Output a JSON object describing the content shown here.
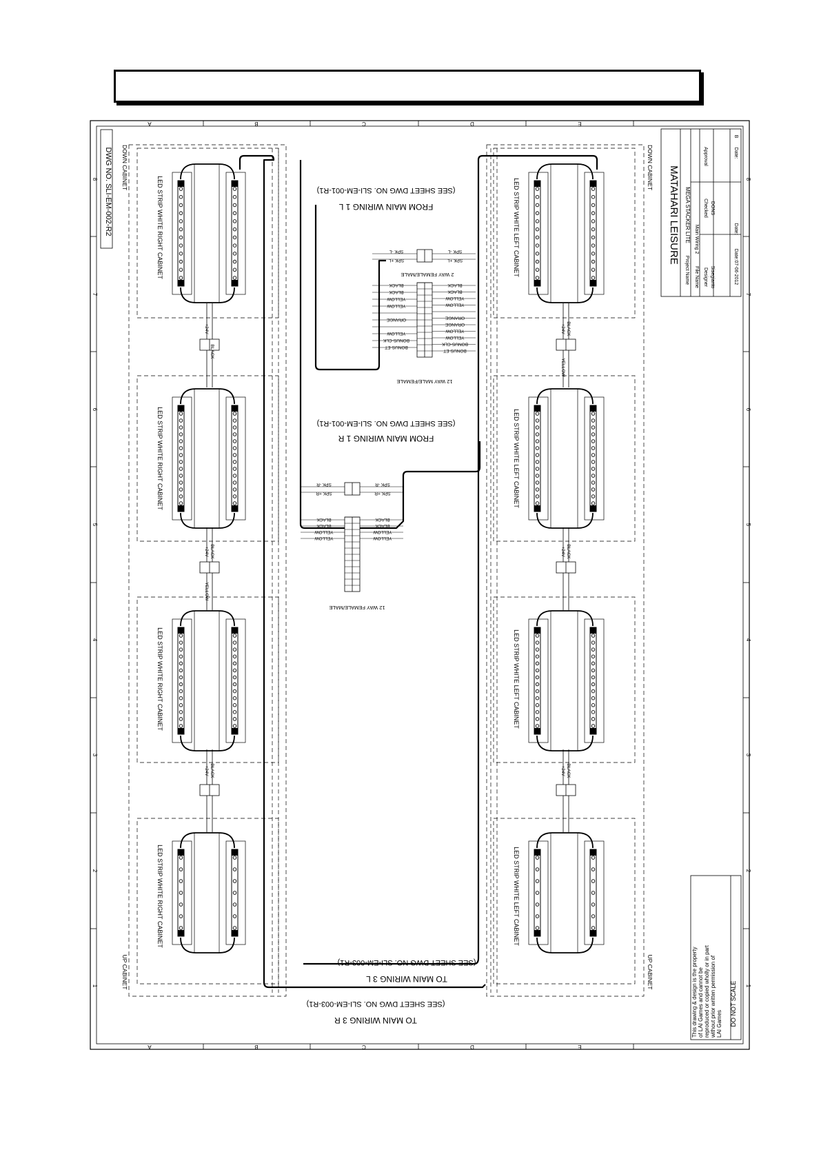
{
  "header": {
    "title": ""
  },
  "sheet": {
    "zone_letters": [
      "A",
      "B",
      "C",
      "D",
      "E"
    ],
    "zone_numbers": [
      "1",
      "2",
      "3",
      "4",
      "5",
      "6",
      "7",
      "8"
    ],
    "dwg_no": "DWG NO. SLI-EM-002-R2",
    "down_cabinet": "DOWN CABINET",
    "up_cabinet": "UP CABINET"
  },
  "title_block": {
    "company": "MATAHARI LEISURE",
    "project_name_label": "Project Name",
    "project_name": "MEGA STACKER LITE",
    "file_name_label": "File Name",
    "file_name": "Main Wiring 2",
    "designer_label": "Designer",
    "designer": "Sisegianto",
    "checked_label": "Checked",
    "checked": "DONS",
    "approval_label": "Approval",
    "date_left": "Date:07-06-2012",
    "date_label": "Date:",
    "date_right": "Date:",
    "sheet_size": "B"
  },
  "notice": {
    "line1": "This drawing & design is the property",
    "line2": "of LAI Games and cannot be",
    "line3": "reproduced or copied wholly or in part",
    "line4": "without prior written permission of",
    "line5": "LAI Games",
    "scale": "DO NOT SCALE"
  },
  "strips_right": [
    "LED STRIP WHITE RIGHT CABINET",
    "LED STRIP WHITE RIGHT CABINET",
    "LED STRIP WHITE RIGHT CABINET",
    "LED STRIP WHITE RIGHT CABINET"
  ],
  "strips_left": [
    "LED STRIP WHITE LEFT CABINET",
    "LED STRIP WHITE LEFT CABINET",
    "LED STRIP WHITE LEFT CABINET",
    "LED STRIP WHITE LEFT CABINET"
  ],
  "wire_labels": {
    "v24": "+24V",
    "black": "BLACK",
    "yellow": "YELLOW"
  },
  "references": {
    "from_main_1l": "FROM MAIN WIRING 1 L",
    "see_001_a": "(SEE SHEET DWG NO. SLI-EM-001-R1)",
    "from_main_1r": "FROM MAIN WIRING 1 R",
    "see_001_b": "(SEE SHEET DWG NO. SLI-EM-001-R1)",
    "to_main_3l": "TO MAIN WIRING 3 L",
    "see_003_a": "(SEE SHEET DWG NO. SLI-EM-003-R1)",
    "to_main_3r": "TO MAIN WIRING 3 R",
    "see_003_b": "(SEE SHEET DWG NO. SLI-EM-003-R1)"
  },
  "connectors": {
    "two_way": "2 WAY FEMALE/MALE",
    "twelve_way_top": "12 WAY MALE/FEMALE",
    "twelve_way_bottom": "12 WAY FEMALE/MALE",
    "spk_l_minus": "SPK -L",
    "spk_l_plus": "SPK +L",
    "spk_r_minus": "SPK -R",
    "spk_r_plus": "SPK +R",
    "c12_top_left": [
      "BLACK",
      "BLACK",
      "YELLOW",
      "YELLOW",
      "",
      "ORANGE",
      "",
      "YELLOW",
      "BONUS-CLK",
      "BONUS-ET"
    ],
    "c12_top_right": [
      "BLACK",
      "BLACK",
      "YELLOW",
      "YELLOW",
      "",
      "ORANGE",
      "ORANGE",
      "YELLOW",
      "YELLOW",
      "BONUS-CLK",
      "BONUS-ET"
    ],
    "c12_bottom_left": [
      "BLACK",
      "BLACK",
      "YELLOW",
      "YELLOW"
    ],
    "c12_bottom_right": [
      "BLACK",
      "BLACK",
      "YELLOW",
      "YELLOW"
    ]
  }
}
